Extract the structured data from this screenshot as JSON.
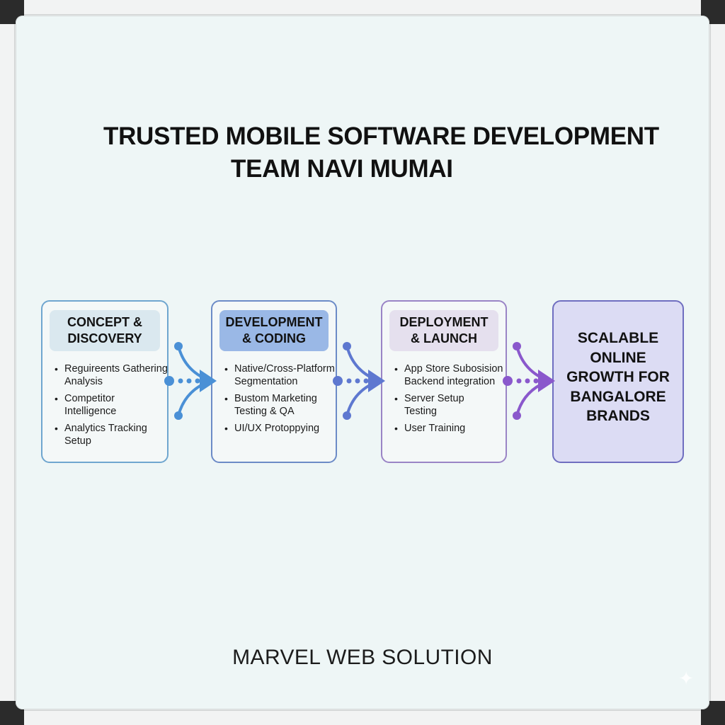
{
  "title": {
    "line1": "TRUSTED MOBILE SOFTWARE DEVELOPMENT",
    "line2": "TEAM NAVI MUMAI"
  },
  "stages": [
    {
      "heading_line1": "CONCEPT &",
      "heading_line2": "DISCOVERY",
      "items": [
        {
          "line1": "Reguireents Gathering",
          "line2": "Analysis"
        },
        {
          "line1": "Competitor",
          "line2": "Intelligence"
        },
        {
          "line1": "Analytics Tracking",
          "line2": "Setup"
        }
      ],
      "color": "#4a90d0"
    },
    {
      "heading_line1": "DEVELOPMENT",
      "heading_line2": "& CODING",
      "items": [
        {
          "line1": "Native/Cross-Platform",
          "line2": "Segmentation"
        },
        {
          "line1": "Bustom Marketing",
          "line2": "Testing & QA"
        },
        {
          "line1": "UI/UX Protoppying",
          "line2": ""
        }
      ],
      "color": "#5a78cc"
    },
    {
      "heading_line1": "DEPLOYMENT",
      "heading_line2": "& LAUNCH",
      "items": [
        {
          "line1": "App Store Subosision",
          "line2": "Backend integration"
        },
        {
          "line1": "Server Setup",
          "line2": "Testing"
        },
        {
          "line1": "User Training",
          "line2": ""
        }
      ],
      "color": "#8a5cc8"
    }
  ],
  "outcome": {
    "lines": [
      "SCALABLE",
      "ONLINE",
      "GROWTH FOR",
      "BANGALORE",
      "BRANDS"
    ]
  },
  "connectors": [
    {
      "color": "#4a90d6"
    },
    {
      "color": "#5e78d0"
    },
    {
      "color": "#8a58cc"
    }
  ],
  "footer": {
    "brand": "MARVEL WEB SOLUTION"
  },
  "icons": {
    "sparkle": "✦"
  }
}
